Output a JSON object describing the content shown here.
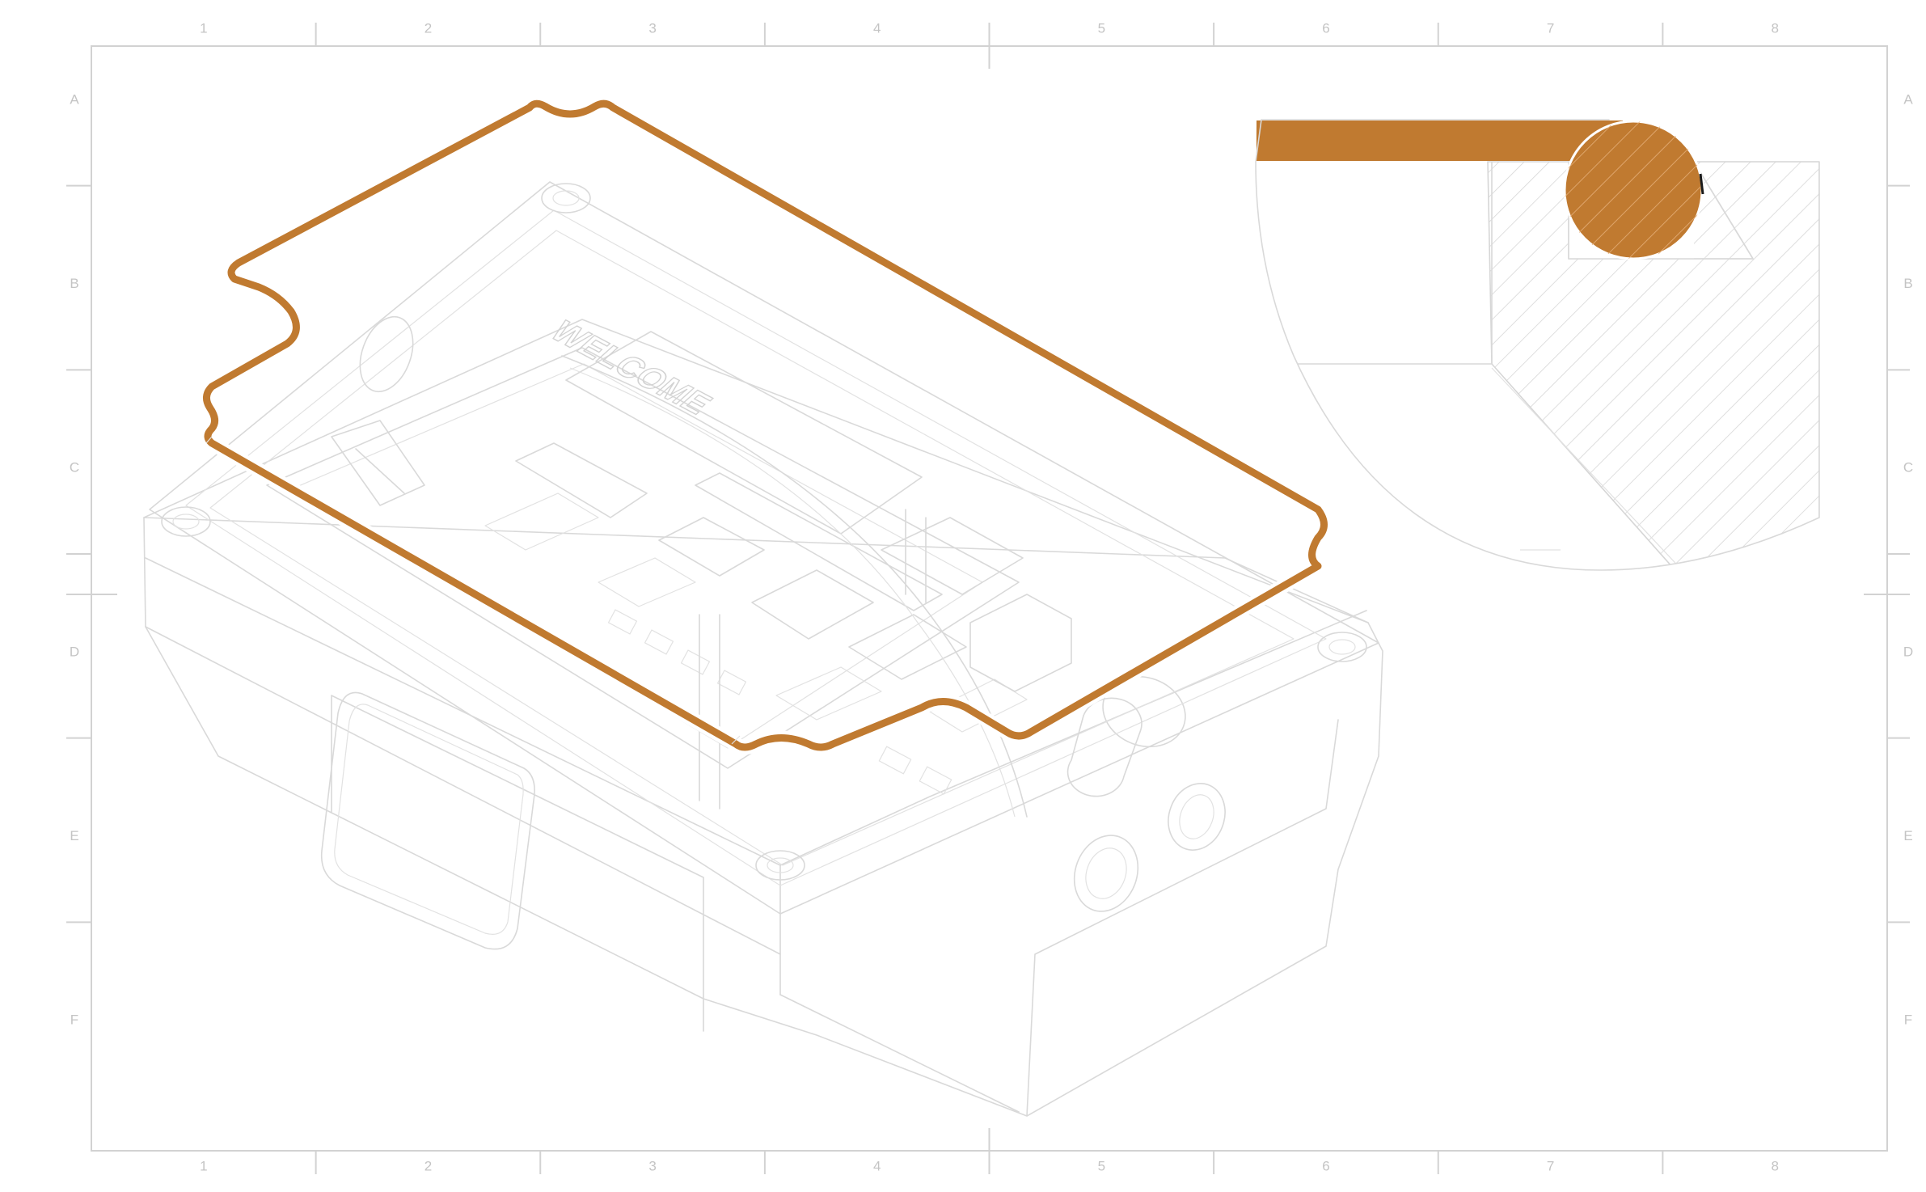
{
  "sheet": {
    "column_labels": [
      "1",
      "2",
      "3",
      "4",
      "5",
      "6",
      "7",
      "8"
    ],
    "row_labels": [
      "A",
      "B",
      "C",
      "D",
      "E",
      "F"
    ]
  },
  "product": {
    "logo_text": "WELCOME"
  },
  "colors": {
    "gasket": "#c07a30",
    "outline": "#d9d9d9",
    "frame": "#d2d2d2",
    "label": "#c4c4c4",
    "background": "#ffffff"
  }
}
